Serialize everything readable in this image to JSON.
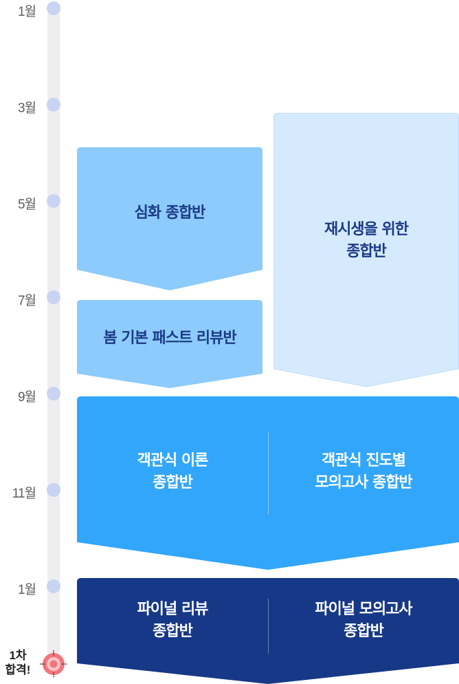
{
  "timeline": {
    "months": [
      "1월",
      "3월",
      "5월",
      "7월",
      "9월",
      "11월",
      "1월"
    ],
    "goal_label": "1차\n합격!",
    "goal_icon": "target-icon",
    "colors": {
      "track": "#efedef",
      "dot": "#c8d4f2",
      "target_outer": "#f2757e",
      "target_inner": "#ffc5c8"
    }
  },
  "courses": {
    "advanced": {
      "label": "심화 종합반",
      "color": "#8ccbfb",
      "text_color": "#1b3a86"
    },
    "spring_review": {
      "label": "봄 기본 패스트 리뷰반",
      "color": "#8ccbfb",
      "text_color": "#1b3a86"
    },
    "repeater": {
      "label_line1": "재시생을 위한",
      "label_line2": "종합반",
      "color": "#d5eafd",
      "text_color": "#1b3a86"
    },
    "objective_theory": {
      "label_line1": "객관식 이론",
      "label_line2": "종합반",
      "color": "#31a6fb",
      "text_color": "#ffffff"
    },
    "objective_mock": {
      "label_line1": "객관식 진도별",
      "label_line2": "모의고사 종합반",
      "color": "#31a6fb",
      "text_color": "#ffffff"
    },
    "final_review": {
      "label_line1": "파이널 리뷰",
      "label_line2": "종합반",
      "color": "#173886",
      "text_color": "#ffffff"
    },
    "final_mock": {
      "label_line1": "파이널 모의고사",
      "label_line2": "종합반",
      "color": "#173886",
      "text_color": "#ffffff"
    }
  }
}
